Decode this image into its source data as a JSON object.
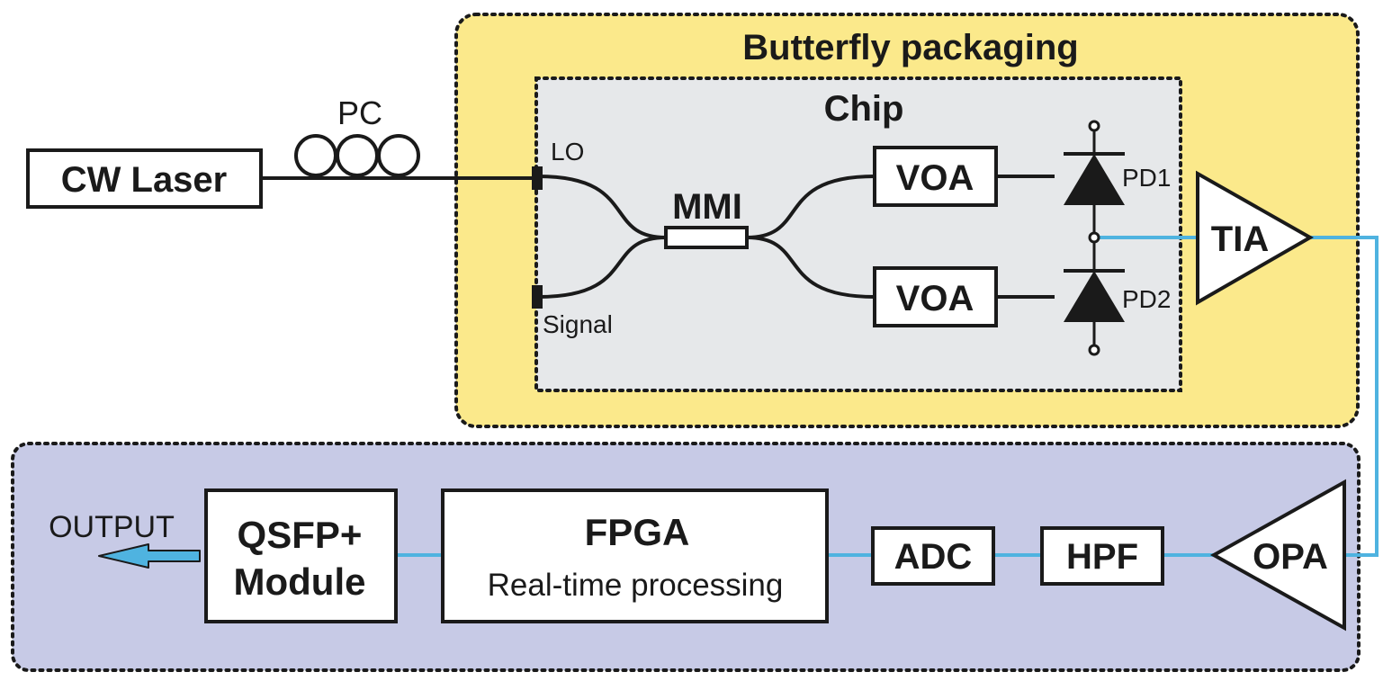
{
  "regions": {
    "butterfly_title": "Butterfly packaging",
    "chip_title": "Chip"
  },
  "blocks": {
    "cw_laser": "CW Laser",
    "pc": "PC",
    "mmi": "MMI",
    "voa_top": "VOA",
    "voa_bottom": "VOA",
    "tia": "TIA",
    "opa": "OPA",
    "hpf": "HPF",
    "adc": "ADC",
    "fpga_title": "FPGA",
    "fpga_subtitle": "Real-time processing",
    "qsfp_line1": "QSFP+",
    "qsfp_line2": "Module",
    "output": "OUTPUT"
  },
  "ports": {
    "lo": "LO",
    "signal": "Signal",
    "pd1": "PD1",
    "pd2": "PD2"
  },
  "colors": {
    "butterfly_fill": "#fbe98b",
    "chip_fill": "#e6e8ea",
    "board_fill": "#c7cae6",
    "electrical_line": "#4fb3e0",
    "optical_line": "#1a1a1a",
    "arrow_fill": "#4fb3e0"
  }
}
